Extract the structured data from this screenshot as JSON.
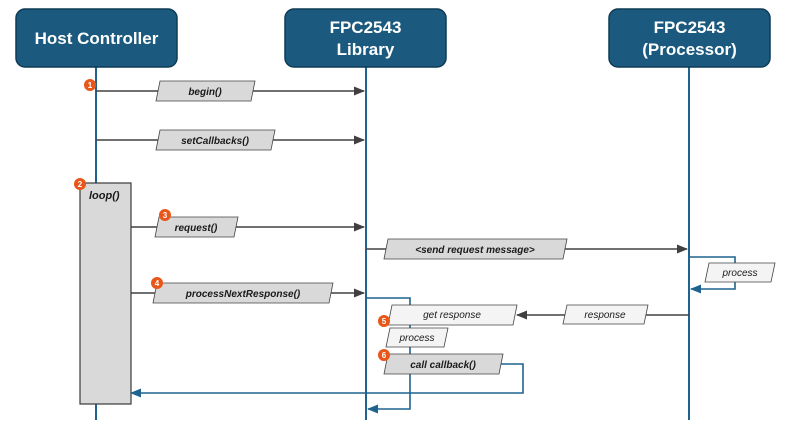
{
  "participants": {
    "host": "Host Controller",
    "library_line1": "FPC2543",
    "library_line2": "Library",
    "processor_line1": "FPC2543",
    "processor_line2": "(Processor)"
  },
  "loop": {
    "label": "loop()"
  },
  "messages": {
    "begin": "begin()",
    "set_callbacks": "setCallbacks()",
    "request": "request()",
    "send_request": "<send request message>",
    "process_processor": "process",
    "process_next_response": "processNextResponse()",
    "response": "response",
    "get_response": "get response",
    "process_library": "process",
    "call_callback": "call callback()"
  },
  "steps": [
    "1",
    "2",
    "3",
    "4",
    "5",
    "6"
  ],
  "colors": {
    "header_fill": "#1b5a7e",
    "lifeline": "#1f6390",
    "arrow": "#404040",
    "badge": "#e8561a",
    "label_fill_dark": "#d9d9d9",
    "label_fill_light": "#f4f4f4",
    "loop_fill": "#d9d9d9"
  }
}
